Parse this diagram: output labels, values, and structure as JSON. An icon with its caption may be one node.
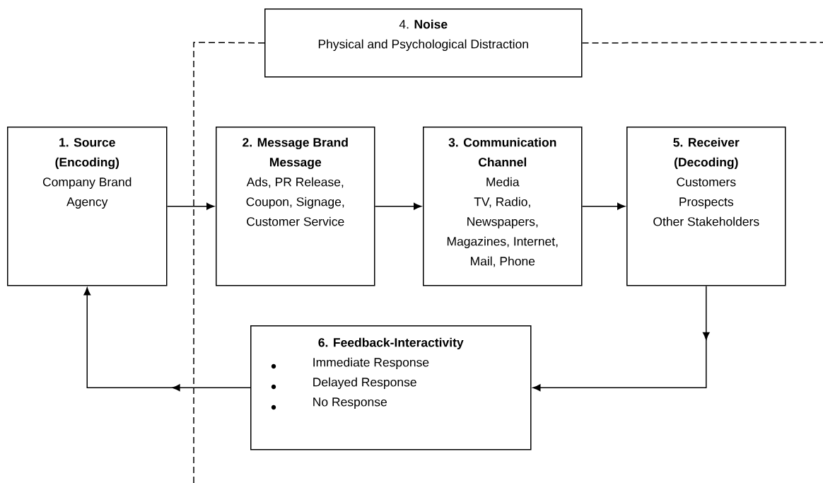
{
  "diagram": {
    "nodes": [
      {
        "text": [
          "4. **Noise**",
          "Physical and Psychological Distraction"
        ]
      },
      {
        "text": [
          "1. Source (Encoding)",
          "Company Brand Agency"
        ]
      },
      {
        "text": [
          "2. Message Brand Message",
          "Ads, PR Release, Coupon, Signage, Customer Service"
        ]
      },
      {
        "text": [
          "3. Communication Channel",
          "Media",
          "TV, Radio, Newspapers, Magazines, Internet, Mail, Phone"
        ]
      },
      {
        "text": [
          "5. Receiver (Decoding)",
          "Customers",
          "Prospects",
          "Other Stakeholders"
        ]
      },
      {
        "text": [
          "6. Feedback-Interactivity",
          "Immediate Response",
          "Delayed Response",
          "No Response"
        ]
      }
    ],
    "edges": [
      {
        "from": 1,
        "to": 2,
        "arrow": "to"
      },
      {
        "from": 2,
        "to": 3,
        "arrow": "to"
      },
      {
        "from": 3,
        "to": 4,
        "arrow": "to"
      },
      {
        "from": 4,
        "to": 5,
        "arrow": "to"
      },
      {
        "from": 5,
        "to": 1,
        "arrow": "to"
      },
      {
        "from": 0,
        "to": null,
        "arrow": "none",
        "style": "dashed"
      },
      {
        "from": 0,
        "to": null,
        "arrow": "none",
        "style": "dashed"
      }
    ]
  }
}
